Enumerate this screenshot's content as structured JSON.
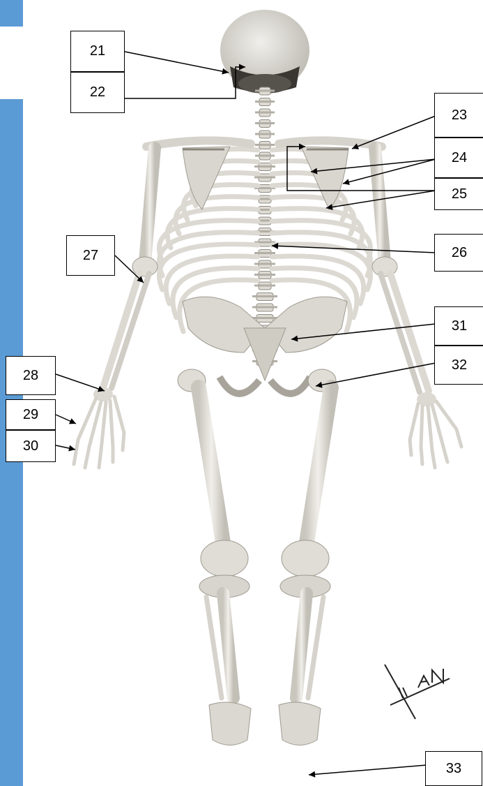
{
  "colors": {
    "sidebar": "#5b9bd5",
    "bone": "#e4e2dc",
    "bone_shadow": "#9e9a90",
    "skull": "#d8d6d0",
    "line": "#000000"
  },
  "labels": [
    "21",
    "22",
    "23",
    "24",
    "25",
    "26",
    "27",
    "28",
    "29",
    "30",
    "31",
    "32",
    "33"
  ],
  "signature": "EAN"
}
